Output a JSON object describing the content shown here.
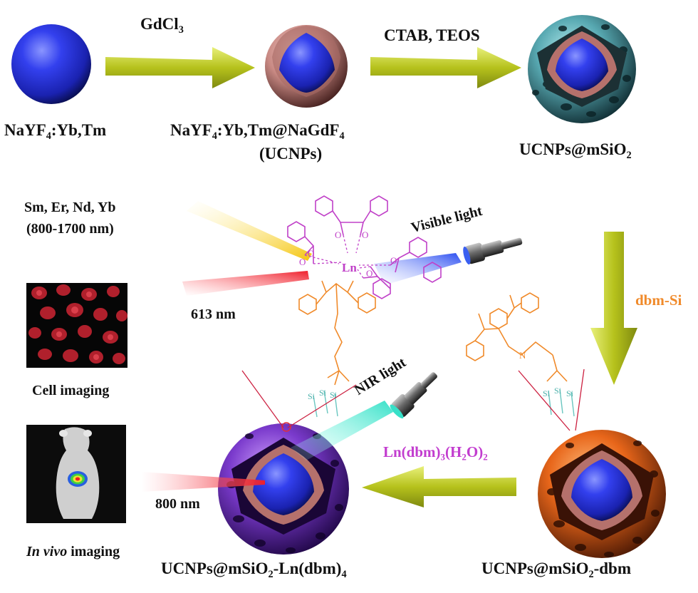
{
  "labels": {
    "gdcl": {
      "pre": "GdCl",
      "sub": "3"
    },
    "ctab": "CTAB, TEOS",
    "core": {
      "pre": "NaYF",
      "sub1": "4",
      "post": ":Yb,Tm"
    },
    "ucnp_formula": {
      "pre": "NaYF",
      "sub1": "4",
      "mid": ":Yb,Tm@NaGdF",
      "sub2": "4"
    },
    "ucnp_abbr": "(UCNPs)",
    "ucnp_msio2": {
      "pre": "UCNPs@mSiO",
      "sub": "2"
    },
    "ions": "Sm, Er, Nd, Yb",
    "range": "(800-1700 nm)",
    "visible_light": "Visible light",
    "nm613": "613 nm",
    "dbm_si": "dbm-Si",
    "nir_light": "NIR light",
    "cell_imaging": "Cell imaging",
    "ln_dbm3": {
      "pre": "Ln(dbm)",
      "sub1": "3",
      "mid": "(H",
      "sub2": "2",
      "post": "O)",
      "sub3": "2"
    },
    "nm800": "800 nm",
    "in_vivo_italic": "In vivo",
    "in_vivo_rest": " imaging",
    "final_product": {
      "pre": "UCNPs@mSiO",
      "sub1": "2",
      "mid": "-Ln(dbm)",
      "sub2": "4"
    },
    "dbm_product": {
      "pre": "UCNPs@mSiO",
      "sub": "2",
      "post": "-dbm"
    },
    "ln_atom": "Ln",
    "n_atom": "N",
    "si_atom": "Si",
    "o_atom": "O"
  },
  "colors": {
    "core_blue": "#2a36e0",
    "shell_pink": "#c98a84",
    "silica_teal": "#4a8f98",
    "silica_orange": "#e0661a",
    "silica_purple": "#7a3acc",
    "arrow_green": "#b3bf1c",
    "dbm_orange": "#f08a2a",
    "complex_magenta": "#c040c8",
    "ln_dbm_magenta": "#c23ccf",
    "laser_yellow": "#f7d21a",
    "laser_red": "#ee1f2b",
    "laser_blue": "#3a5ff0",
    "laser_cyan": "#37e0c8"
  },
  "icons": [
    "sphere-core-icon",
    "core-shell-sphere-icon",
    "mesoporous-silica-sphere-icon",
    "flashlight-icon",
    "laser-beam-icon",
    "reaction-arrow-icon",
    "mouse-icon"
  ]
}
